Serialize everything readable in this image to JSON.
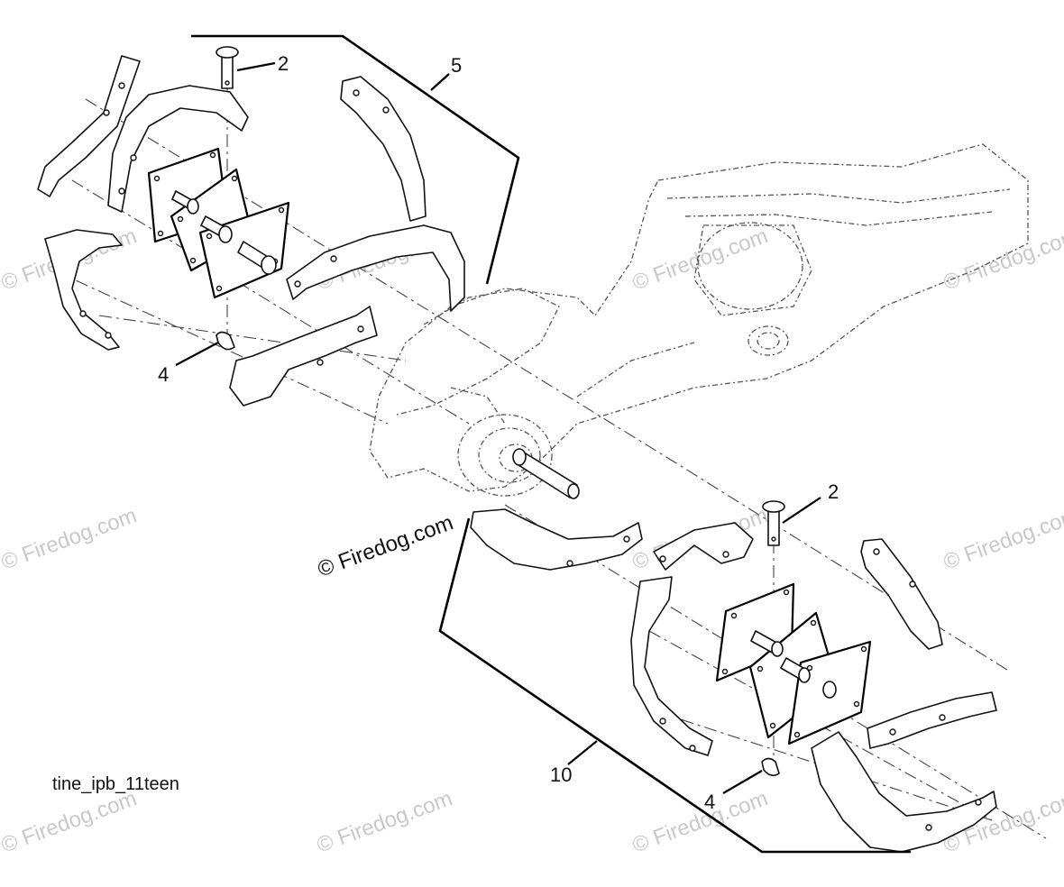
{
  "callouts": {
    "pin_top": "2",
    "clip_top": "4",
    "assembly_left": "5",
    "pin_bottom": "2",
    "clip_bottom": "4",
    "assembly_right": "10"
  },
  "caption": "tine_ipb_11teen",
  "copyright": "© Firedog.com",
  "watermark": "© Firedog.com"
}
